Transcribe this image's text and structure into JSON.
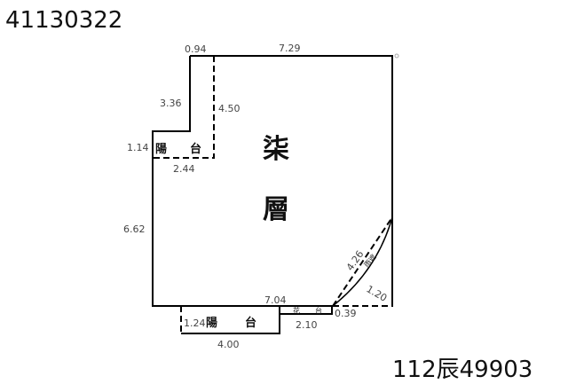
{
  "id_top_left": "41130322",
  "id_bottom_right": "112辰49903",
  "room_label": [
    "柒",
    "層"
  ],
  "balcony_label": [
    "陽",
    "台"
  ],
  "planter_label": [
    "花",
    "台"
  ],
  "canopy_label": "雨遮",
  "dimensions": {
    "top_notch": "0.94",
    "top": "7.29",
    "notch_left": "3.36",
    "notch_dashed": "4.50",
    "balcony_top_height": "1.14",
    "balcony_top_width": "2.44",
    "left": "6.62",
    "bottom": "7.04",
    "balcony_bottom_height": "1.24",
    "balcony_bottom_width": "4.00",
    "planter": "2.10",
    "corner": "0.39",
    "diagonal": "4.26",
    "canopy_depth": "1.20"
  }
}
